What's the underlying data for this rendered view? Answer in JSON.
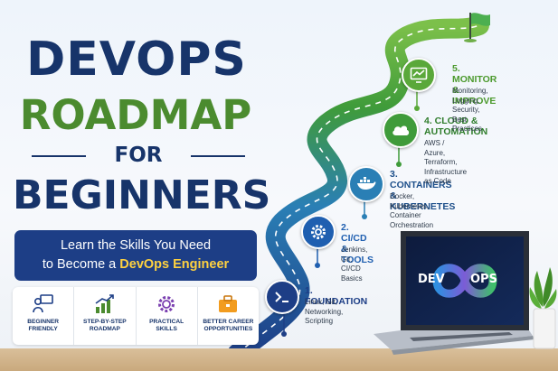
{
  "title": {
    "line1": "DEVOPS",
    "line2": "ROADMAP",
    "line3": "FOR",
    "line4": "BEGINNERS"
  },
  "banner": {
    "line1": "Learn the Skills You Need",
    "line2_prefix": "to Become a ",
    "line2_highlight": "DevOps Engineer"
  },
  "features": [
    {
      "label": "BEGINNER\nFRIENDLY",
      "icon": "person-board-icon"
    },
    {
      "label": "STEP-BY-STEP\nROADMAP",
      "icon": "growth-chart-icon"
    },
    {
      "label": "PRACTICAL\nSKILLS",
      "icon": "gear-icon"
    },
    {
      "label": "BETTER CAREER\nOPPORTUNITIES",
      "icon": "briefcase-icon"
    }
  ],
  "steps": [
    {
      "title": "1. FOUNDATION",
      "desc": "Linux, Git,\nNetworking,\nScripting",
      "icon": "terminal-icon",
      "color": "#1d3e86"
    },
    {
      "title": "2. CI/CD\n& TOOLS",
      "desc": "Jenkins, Git,\nCI/CD Basics",
      "icon": "gear-icon",
      "color": "#1f5fb0"
    },
    {
      "title": "3. CONTAINERS\n& KUBERNETES",
      "desc": "Docker, Kubernetes,\nContainer Orchestration",
      "icon": "docker-whale-icon",
      "color": "#2a7fb5"
    },
    {
      "title": "4. CLOUD &\nAUTOMATION",
      "desc": "AWS / Azure, Terraform,\nInfrastructure as Code",
      "icon": "cloud-icon",
      "color": "#3f9b3a"
    },
    {
      "title": "5. MONITOR &\nIMPROVE",
      "desc": "Monitoring, Logging,\nSecurity, Best Practices",
      "icon": "monitor-chart-icon",
      "color": "#5aa83a"
    }
  ],
  "laptop": {
    "left_text": "DEV",
    "right_text": "OPS"
  },
  "colors": {
    "navy": "#17346a",
    "green": "#4b8b2f",
    "banner": "#1d3e86",
    "highlight": "#ffd23f"
  }
}
